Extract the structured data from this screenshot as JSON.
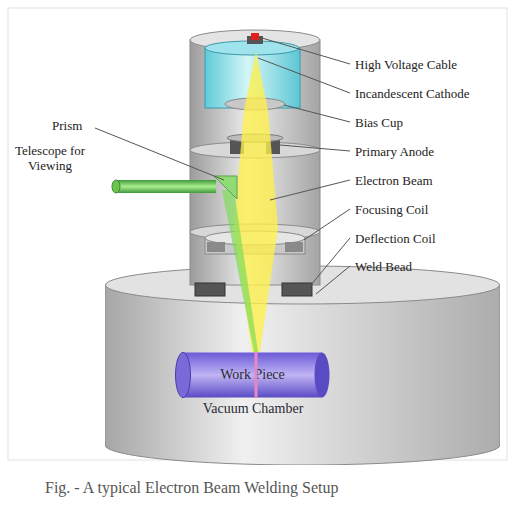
{
  "diagram": {
    "caption": "Fig. - A typical Electron Beam Welding Setup",
    "nodes": [
      {
        "text": [
          "Vacuum Chamber"
        ]
      },
      {
        "text": [
          "Work Piece"
        ],
        "in": 0
      }
    ],
    "labels": [
      "High Voltage Cable",
      "Incandescent Cathode",
      "Bias Cup",
      "Primary Anode",
      "Electron Beam",
      "Focusing Coil",
      "Deflection Coil",
      "Weld Bead",
      "Prism",
      "Telescope for Viewing"
    ]
  }
}
